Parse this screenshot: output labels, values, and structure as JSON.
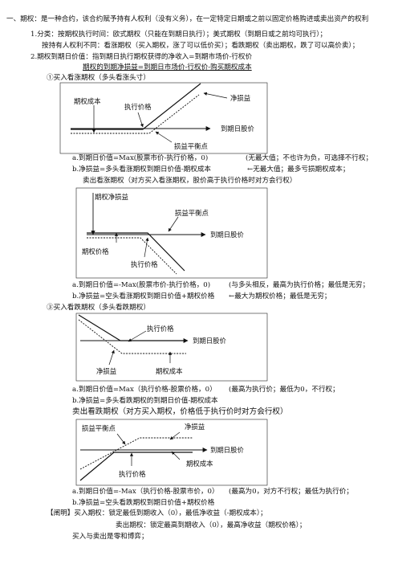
{
  "lines": {
    "l1": "一、期权：是一种合约，该合约赋予持有人权利（没有义务），在一定特定日期或之前以固定价格购进或卖出资产的权利",
    "l2": "1.分类：按期权执行时间：欧式期权（只能在到期日执行）；美式期权（到期日或之前均可执行）；",
    "l3": "按持有人权利不同：看涨期权（买入期权，涨了可以低价买）；看跌期权（卖出期权，跌了可以高价卖）；",
    "l4": "2.期权到期日价值：指到期日执行期权获得的净收入=到期市场价-行权价",
    "l5": "期权的到期净损益=到期日市场价-行权价-购买期权成本",
    "s1": "①买入看涨期权（多头看涨头寸）",
    "s1a_l": "a.到期日价值=Max(股票市价-执行价格，0)",
    "s1a_r": "(无最大值；不也许为负，可选择不行权；",
    "s1b_l": "b.净损益=多头看涨期权到期日价值-期权成本",
    "s1b_r": "←无最大值；最多亏损期权成本；",
    "s2": "卖出看涨期权（对方买入看涨期权，股价高于执行价格时对方会行权）",
    "s2a_l": "a.到期日价值=-Max(股票市价-执行价格，0)",
    "s2a_r": "(与多头相反，最高为执行价格；最低是无穷；",
    "s2b_l": "b.净损益=空头看涨期权到期日价值+期权价格",
    "s2b_r": "←最大为期权价格；最低是无穷；",
    "s3": "③买入看跌期权（多头看跌期权）",
    "s3a_l": "a.到期日价值=Max（执行价格-股票价格，0）",
    "s3a_r": "(最高为执行价；最低为0，不行权；",
    "s3b": "b.净损益=多头看跌期权的到期日价值-期权成本",
    "s4": "卖出看跌期权（对方买入期权，价格低于执行价时对方会行权）",
    "s4a_l": "a.到期日价值=-Max（执行价格-股票市价，0）",
    "s4a_r": "(最高为0，对方不行权；最低为执行价；",
    "s4b": "b.净损益=空头看跌期权到期日价值+期权价格",
    "n1": "【阐明】买入期权：锁定最低到期收入（0），最低净收益（-期权成本）；",
    "n2": "卖出期权：锁定最高到期收入（0），最高净收益（期权价格）；",
    "n3": "买入与卖出是零和博弈；"
  },
  "diagrams": {
    "d1": {
      "cost": "期权成本",
      "strike": "执行价格",
      "net": "净损益",
      "expiry": "到期日股价",
      "breakeven": "损益平衡点"
    },
    "d2": {
      "net": "期权净损益",
      "breakeven": "损益平衡点",
      "expiry": "到期日股价",
      "price": "期权价格",
      "strike": "执行价格"
    },
    "d3": {
      "strike": "执行价格",
      "expiry": "到期日股价",
      "net": "净损益",
      "cost": "期权成本"
    },
    "d4": {
      "breakeven": "损益平衡点",
      "net": "净损益",
      "expiry": "到期日股价",
      "cost": "期权成本",
      "strike": "执行价格"
    }
  }
}
